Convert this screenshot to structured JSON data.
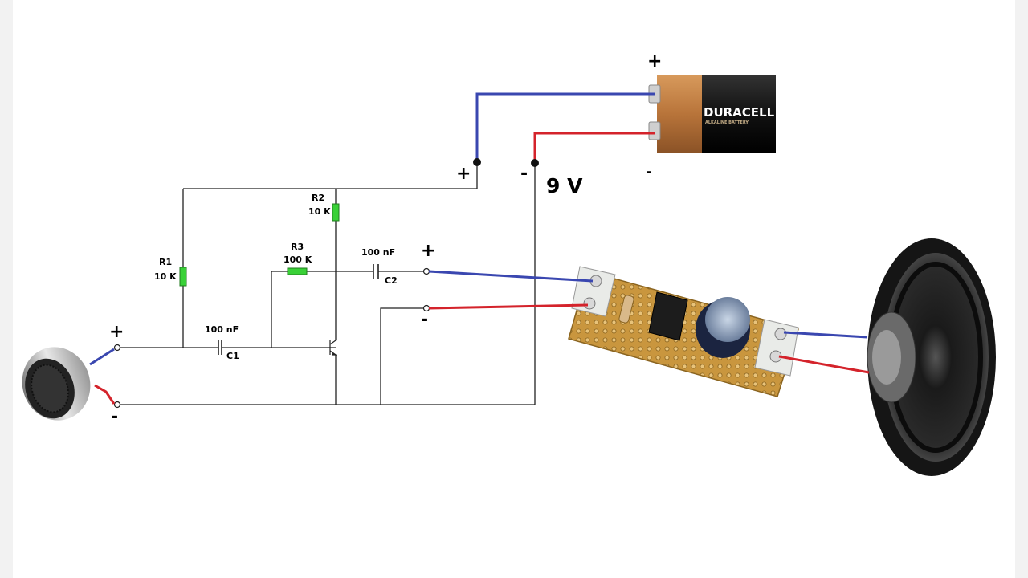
{
  "battery": {
    "brand": "DURACELL",
    "subtext": "ALKALINE BATTERY",
    "plus": "+",
    "minus": "-",
    "voltage": "9 V",
    "terminal_plus": "+",
    "terminal_minus": "-"
  },
  "components": {
    "r1": {
      "name": "R1",
      "value": "10 K"
    },
    "r2": {
      "name": "R2",
      "value": "10 K"
    },
    "r3": {
      "name": "R3",
      "value": "100 K"
    },
    "c1": {
      "name": "C1",
      "value": "100 nF"
    },
    "c2": {
      "name": "C2",
      "value": "100 nF"
    }
  },
  "microphone": {
    "plus": "+",
    "minus": "-"
  },
  "output": {
    "plus": "+",
    "minus": "-"
  },
  "colors": {
    "wire_positive": "#3a47b0",
    "wire_negative": "#d4232b",
    "resistor": "#39d137",
    "circuit_line": "#222222",
    "pcb": "#c9963e",
    "battery_copper": "#b8743a",
    "battery_black": "#1a1a1a"
  }
}
